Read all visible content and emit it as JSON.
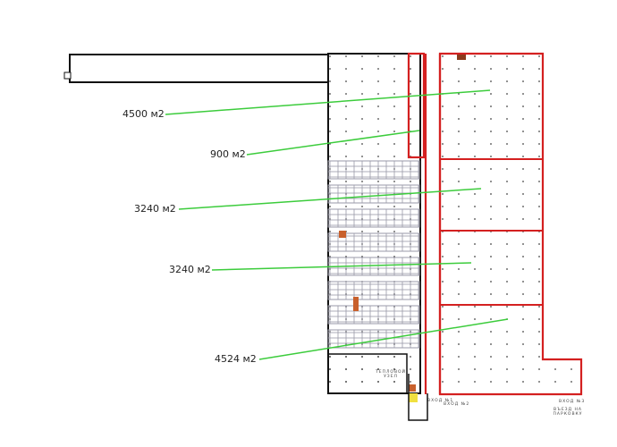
{
  "areas": [
    {
      "label": "4500 м2"
    },
    {
      "label": "900 м2"
    },
    {
      "label": "3240 м2"
    },
    {
      "label": "3240 м2"
    },
    {
      "label": "4524 м2"
    }
  ],
  "annotations": {
    "heat_unit": "ТЕПЛОВОЙ УЗЕЛ",
    "entrance_1": "ВХОД №1",
    "entrance_2": "ВХОД №2",
    "entrance_3": "ВХОД №3",
    "parking": "ВЪЕЗД НА ПАРКОВКУ"
  },
  "colors": {
    "highlight": "#d42020",
    "leader": "#3ccc3c",
    "wall": "#111111",
    "rack": "#9a9aa8",
    "equipment": "#c8602c",
    "heat": "#f0e040"
  }
}
